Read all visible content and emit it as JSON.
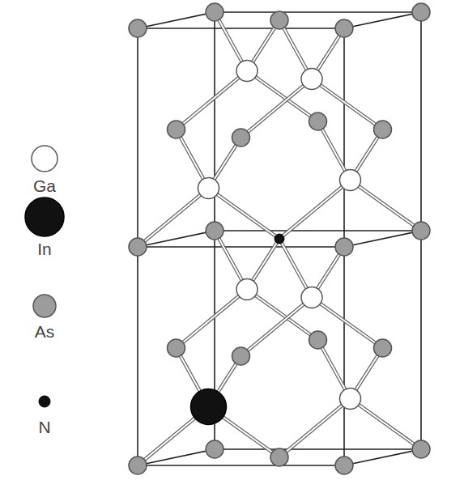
{
  "diagram": {
    "legend": [
      {
        "text": "Ga"
      },
      {
        "text": "In"
      },
      {
        "text": "As"
      },
      {
        "text": "N"
      }
    ]
  }
}
